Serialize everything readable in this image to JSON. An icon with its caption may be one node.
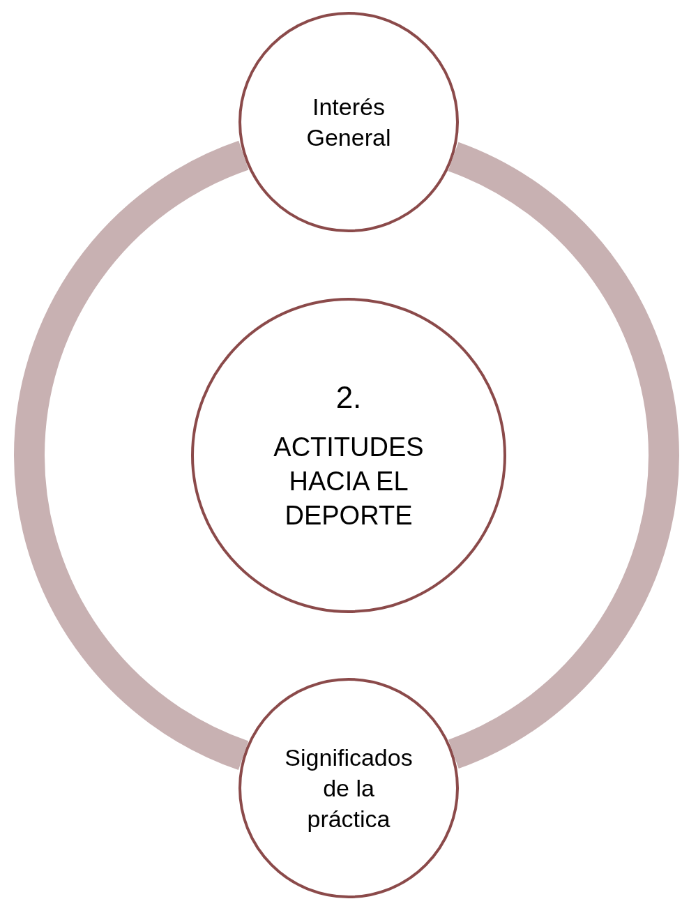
{
  "diagram": {
    "nodes": [
      {
        "text": [
          "Interés General"
        ]
      },
      {
        "text": [
          "2.",
          "ACTITUDES HACIA EL DEPORTE"
        ]
      },
      {
        "text": [
          "Significados de la práctica"
        ]
      }
    ],
    "edges": [
      {
        "from": 0,
        "to": 2,
        "arrow": "none"
      },
      {
        "from": 2,
        "to": 0,
        "arrow": "none"
      }
    ]
  }
}
